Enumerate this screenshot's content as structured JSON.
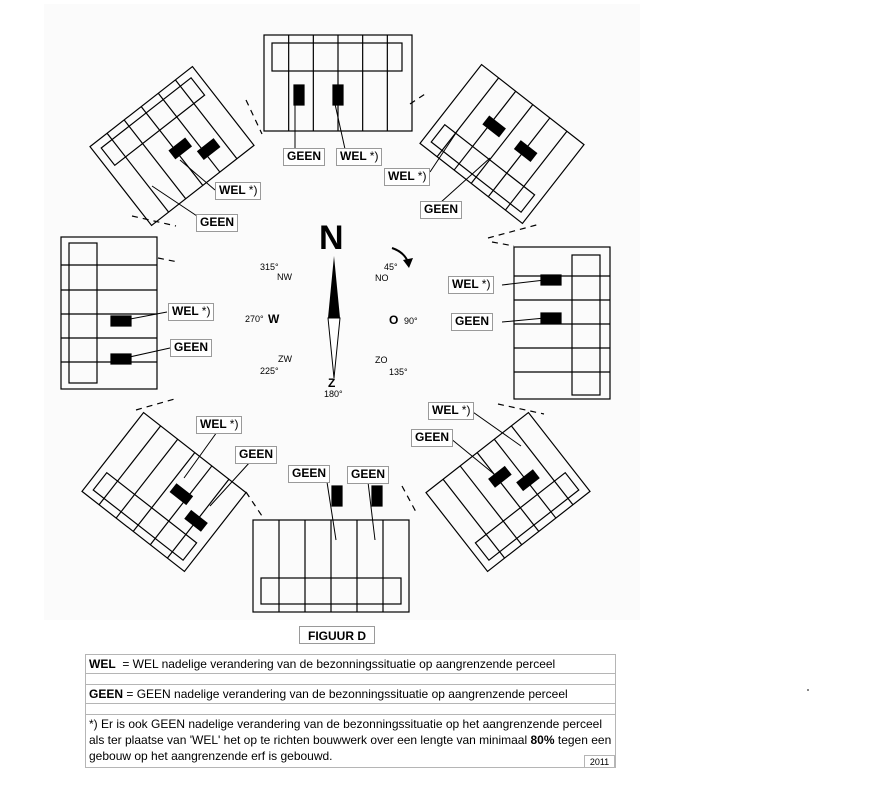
{
  "figure": {
    "title": "FIGUUR D",
    "labels": {
      "geen": "GEEN",
      "wel": "WEL",
      "wel_star": "*)"
    },
    "compass": {
      "n": "N",
      "ne": "NO",
      "e": "O",
      "se": "ZO",
      "s": "Z",
      "sw": "ZW",
      "w": "W",
      "nw": "NW",
      "deg_n": "",
      "deg_ne": "45°",
      "deg_e": "90°",
      "deg_se": "135°",
      "deg_s": "180°",
      "deg_sw": "225°",
      "deg_w": "270°",
      "deg_nw": "315°"
    }
  },
  "legend": {
    "wel_term": "WEL",
    "wel_text": "= WEL nadelige verandering van de bezonningssituatie op aangrenzende perceel",
    "geen_term": "GEEN",
    "geen_text": "= GEEN nadelige verandering van de bezonningssituatie op aangrenzende perceel",
    "note_pre": "*) Er is ook GEEN nadelige verandering van de bezonningssituatie op het aangrenzende perceel als ter plaatse van 'WEL' het op te richten bouwwerk over een lengte van minimaal",
    "note_bold": "80%",
    "note_post": "tegen een gebouw op het aangrenzende erf is gebouwd.",
    "year": "2011"
  },
  "colors": {
    "line": "#000000",
    "label_border": "#9a9a9a",
    "background_tint": "#fbfbfb"
  }
}
